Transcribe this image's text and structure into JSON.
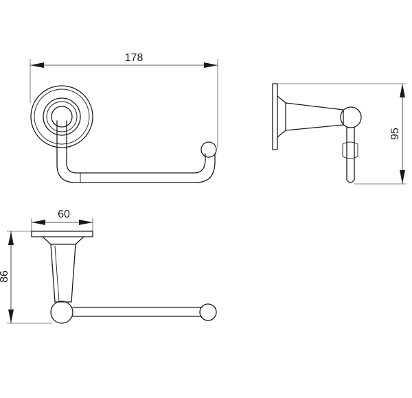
{
  "dimensions": {
    "width_top": "178",
    "height_side": "95",
    "depth_bottom": "60",
    "height_bottom": "86"
  }
}
